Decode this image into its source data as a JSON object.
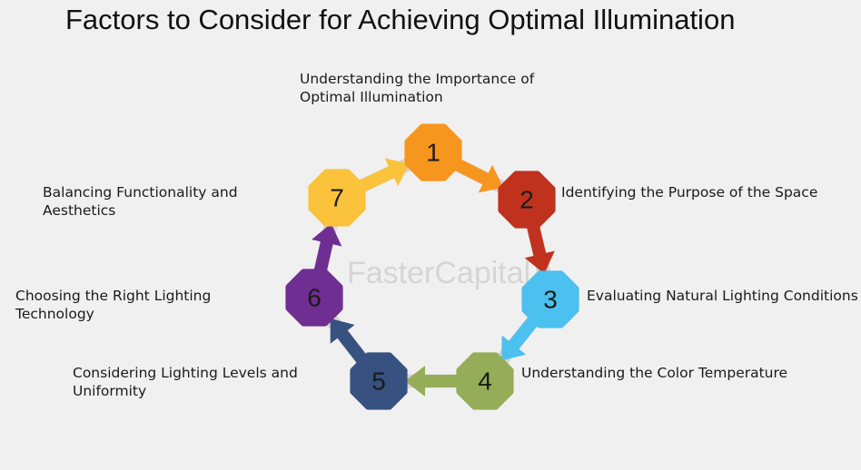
{
  "title": "Factors to Consider for Achieving Optimal Illumination",
  "watermark": "FasterCapital",
  "steps": [
    {
      "num": "1",
      "label": "Understanding the Importance of\nOptimal Illumination",
      "color": "#f6961e"
    },
    {
      "num": "2",
      "label": "Identifying the Purpose of the Space",
      "color": "#c0321e"
    },
    {
      "num": "3",
      "label": "Evaluating Natural Lighting Conditions",
      "color": "#4cc0ee"
    },
    {
      "num": "4",
      "label": "Understanding the Color Temperature",
      "color": "#95ad58"
    },
    {
      "num": "5",
      "label": "Considering Lighting Levels and\nUniformity",
      "color": "#375281"
    },
    {
      "num": "6",
      "label": "Choosing the Right Lighting\nTechnology",
      "color": "#6f2e91"
    },
    {
      "num": "7",
      "label": "Balancing Functionality and\nAesthetics",
      "color": "#fbc33c"
    }
  ]
}
